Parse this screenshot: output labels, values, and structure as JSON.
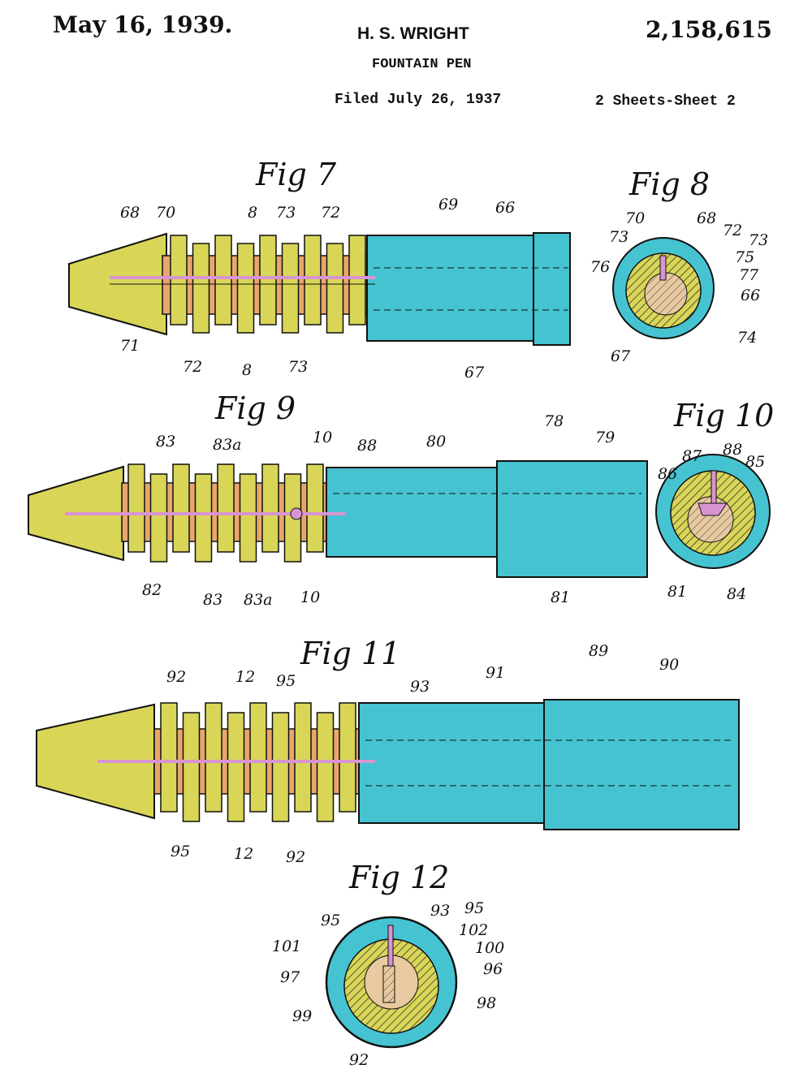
{
  "header": {
    "date": "May 16, 1939.",
    "inventor": "H. S. WRIGHT",
    "title": "FOUNTAIN PEN",
    "patent_number": "2,158,615",
    "filed": "Filed July 26, 1937",
    "sheets": "2 Sheets-Sheet 2"
  },
  "colors": {
    "nib": "#d9d657",
    "core": "#e8a66c",
    "barrel": "#45c3d0",
    "feed": "#d894d2",
    "section": "#e8c9a0",
    "ink": "#111111"
  },
  "figures": {
    "fig7": {
      "title": "Fig 7",
      "refs": [
        "68",
        "70",
        "8",
        "73",
        "72",
        "69",
        "66",
        "71",
        "72",
        "8",
        "73",
        "67"
      ]
    },
    "fig8": {
      "title": "Fig 8",
      "refs": [
        "70",
        "68",
        "72",
        "73",
        "73",
        "75",
        "76",
        "77",
        "66",
        "74",
        "67"
      ]
    },
    "fig9": {
      "title": "Fig 9",
      "refs": [
        "83",
        "83a",
        "10",
        "88",
        "80",
        "78",
        "79",
        "82",
        "83",
        "83a",
        "10",
        "81"
      ]
    },
    "fig10": {
      "title": "Fig 10",
      "refs": [
        "86",
        "87",
        "88",
        "85",
        "81",
        "84"
      ]
    },
    "fig11": {
      "title": "Fig 11",
      "refs": [
        "92",
        "12",
        "95",
        "93",
        "91",
        "89",
        "90",
        "95",
        "12",
        "92"
      ]
    },
    "fig12": {
      "title": "Fig 12",
      "refs": [
        "93",
        "95",
        "95",
        "102",
        "101",
        "100",
        "97",
        "96",
        "99",
        "98",
        "92"
      ]
    }
  }
}
